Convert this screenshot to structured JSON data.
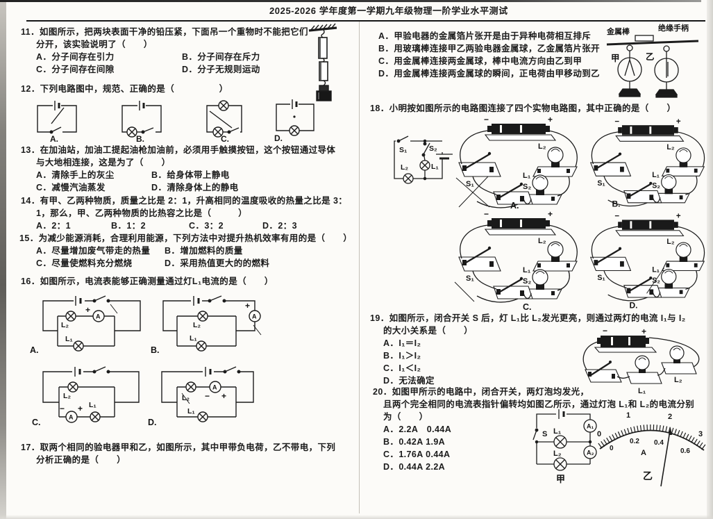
{
  "page": {
    "header_title": "2025-2026 学年度第一学期九年级物理一阶学业水平测试"
  },
  "q11": {
    "stem1": "11．如图所示，把两块表面干净的铅压紧，下面吊一个重物时不能把它们",
    "stem2": "分开，该实验说明了（　　）",
    "optA": "A．分子间存在引力",
    "optB": "B．分子间存在斥力",
    "optC": "C．分子间存在间隙",
    "optD": "D．分子无规则运动"
  },
  "q12": {
    "stem": "12．下列电路图中，规范、正确的是（　　　　　）",
    "labels": [
      "A.",
      "B.",
      "C.",
      "D."
    ]
  },
  "q13": {
    "stem1": "13．在加油站，加油工提起油枪加油前，必须用手触摸按钮，这个按钮通过导体",
    "stem2": "与大地相连接，这是为了（　　）",
    "optA": "A．清除手上的灰尘",
    "optB": "B．给身体带上静电",
    "optC": "C．减慢汽油蒸发",
    "optD": "D．清除身体上的静电"
  },
  "q14": {
    "stem1": "14．有甲、乙两种物质，质量之比是 2：1，升高相同的温度吸收的热量之比是 3：",
    "stem2": "1，那么，甲、乙两种物质的比热容之比是（　　　）",
    "optA": "A．2：1",
    "optB": "B．1：2",
    "optC": "C．3：2",
    "optD": "D．2：3"
  },
  "q15": {
    "stem1": "15．为减少能源消耗，合理利用能源，下列方法中对提升热机效率有用的是（　　）",
    "optA": "A．尽量增加废气带走的热量",
    "optB": "B．增加燃料的质量",
    "optC": "C．尽量使燃料充分燃烧",
    "optD": "D．采用热值更大的的燃料"
  },
  "q16": {
    "stem": "16．如图所示，电流表能够正确测量通过灯L₁电流的是（　　）",
    "labels": [
      "A.",
      "B.",
      "C.",
      "D."
    ],
    "fig": {
      "l1": "L₁",
      "l2": "L₂",
      "ammeter": "A",
      "plus": "+",
      "minus": "−"
    }
  },
  "q17": {
    "stem1": "17．取两个相同的验电器甲和乙，如图所示，其中甲带负电荷，乙不带电，下列",
    "stem2": "分析正确的是（　　）",
    "optA": "A．甲验电器的金属箔片张开是由于异种电荷相互排斥",
    "optB": "B．用玻璃棒连接甲乙两验电器金属球，乙金属箔片张开",
    "optC": "C．用金属棒连接两金属球，棒中电流方向由乙到甲",
    "optD": "D．用金属棒连接两金属球的瞬间，正电荷由甲移动到乙",
    "fig": {
      "rod": "金属棒",
      "handle": "绝缘手柄",
      "jia": "甲",
      "yi": "乙"
    }
  },
  "q18": {
    "stem": "18．小明按如图所示的电路图连接了四个实物电路图，其中正确的是（　　）",
    "labels": [
      "A.",
      "B.",
      "C.",
      "D."
    ],
    "fig": {
      "s1": "S₁",
      "s2": "S₂",
      "l1": "L₁",
      "l2": "L₂",
      "minus": "−",
      "plus": "+"
    }
  },
  "q19": {
    "stem1": "19．如图所示，闭合开关 S 后，灯 L₁比 L₂发光更亮，则通过两灯的电流 I₁与 I₂",
    "stem2": "的大小关系是（　　）",
    "optA": "A．I₁＝I₂",
    "optB": "B．I₁＞I₂",
    "optC": "C．I₁＜I₂",
    "optD": "D．无法确定",
    "fig": {
      "minus": "−",
      "plus": "+",
      "l1": "L₁",
      "l2": "L₂"
    }
  },
  "q20": {
    "stem1": "20．如图甲所示的电路中，闭合开关，两灯泡均发光，",
    "stem2": "且两个完全相同的电流表指针偏转均如图乙所示，通过灯泡 L₁和 L₂的电流分别",
    "stem3": "为（　　）",
    "optA": "A．2.2A　0.44A",
    "optB": "B．0.42A 1.9A",
    "optC": "C．1.76A 0.44A",
    "optD": "D．0.44A 2.2A",
    "figJia": {
      "s": "S",
      "l1": "L₁",
      "l2": "L₂",
      "a1": "A₁",
      "a2": "A₂",
      "label": "甲"
    },
    "figYi": {
      "top": [
        "0",
        "1",
        "2",
        "3"
      ],
      "bottom": [
        "0",
        "0.2",
        "0.4",
        "0.6"
      ],
      "unit": "A",
      "label": "乙"
    }
  }
}
